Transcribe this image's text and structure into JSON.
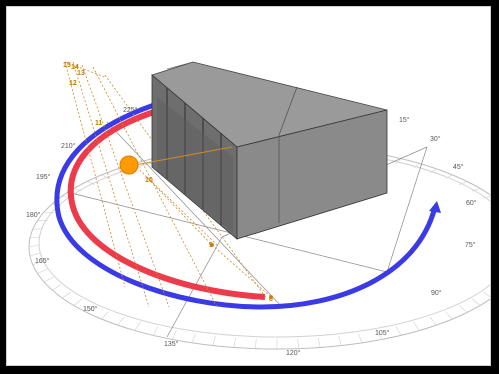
{
  "compass": {
    "degree_labels": [
      "15°",
      "30°",
      "45°",
      "60°",
      "75°",
      "90°",
      "105°",
      "120°",
      "135°",
      "150°",
      "165°",
      "180°",
      "195°",
      "210°",
      "225°"
    ]
  },
  "sun_path": {
    "hour_labels": [
      "15",
      "14",
      "13",
      "12",
      "11",
      "10",
      "9",
      "8"
    ]
  },
  "colors": {
    "background": "#ffffff",
    "frame": "#000000",
    "building_top": "#9a9a9a",
    "building_front": "#6e6e6e",
    "building_side": "#8a8a8a",
    "summer_path": "#3a3ae6",
    "winter_path": "#ec3b4b",
    "sun": "#ff9a00",
    "guide_lines": "#d08a2a",
    "hour_text": "#c87800",
    "ring": "#c8c8c8",
    "grid": "#7a7a7a"
  },
  "icons": {
    "sun": "sun-icon"
  }
}
